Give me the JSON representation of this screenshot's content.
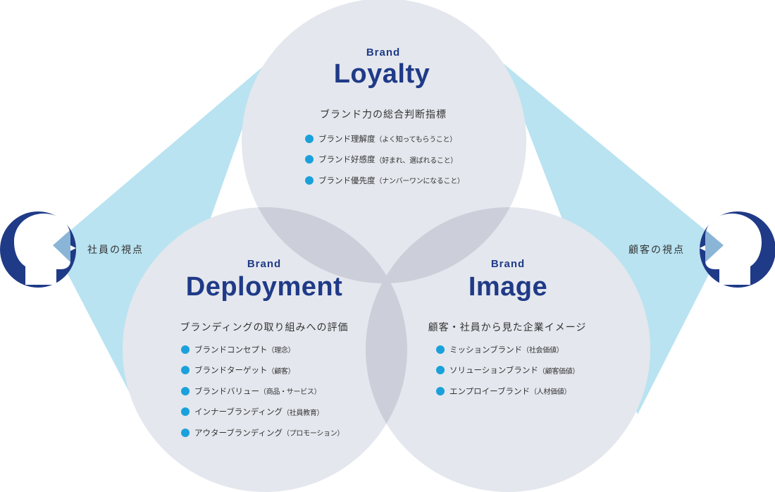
{
  "colors": {
    "circle_fill": "#e4e7ed",
    "overlap_fill": "#cccfd9",
    "beam_fill": "#b9e3f1",
    "head_navy": "#1f3a87",
    "bullet_blue": "#1aa1db",
    "title_navy": "#1f3a87"
  },
  "loyalty": {
    "brand": "Brand",
    "title": "Loyalty",
    "subtitle": "ブランド力の総合判断指標",
    "items": [
      {
        "label": "ブランド理解度",
        "note": "（よく知ってもらうこと）"
      },
      {
        "label": "ブランド好感度",
        "note": "（好まれ、選ばれること）"
      },
      {
        "label": "ブランド優先度",
        "note": "（ナンバーワンになること）"
      }
    ]
  },
  "deployment": {
    "brand": "Brand",
    "title": "Deployment",
    "subtitle": "ブランディングの取り組みへの評価",
    "items": [
      {
        "label": "ブランドコンセプト",
        "note": "（理念）"
      },
      {
        "label": "ブランドターゲット",
        "note": "（顧客）"
      },
      {
        "label": "ブランドバリュー",
        "note": "（商品・サービス）"
      },
      {
        "label": "インナーブランディング",
        "note": "（社員教育）"
      },
      {
        "label": "アウターブランディング",
        "note": "（プロモーション）"
      }
    ]
  },
  "image": {
    "brand": "Brand",
    "title": "Image",
    "subtitle": "顧客・社員から見た企業イメージ",
    "items": [
      {
        "label": "ミッションブランド",
        "note": "（社会価値）"
      },
      {
        "label": "ソリューションブランド",
        "note": "（顧客価値）"
      },
      {
        "label": "エンプロイーブランド",
        "note": "（人材価値）"
      }
    ]
  },
  "viewpoints": {
    "left_label": "社員の視点",
    "right_label": "顧客の視点",
    "left_icon": "person-head-icon",
    "right_icon": "person-head-icon"
  }
}
